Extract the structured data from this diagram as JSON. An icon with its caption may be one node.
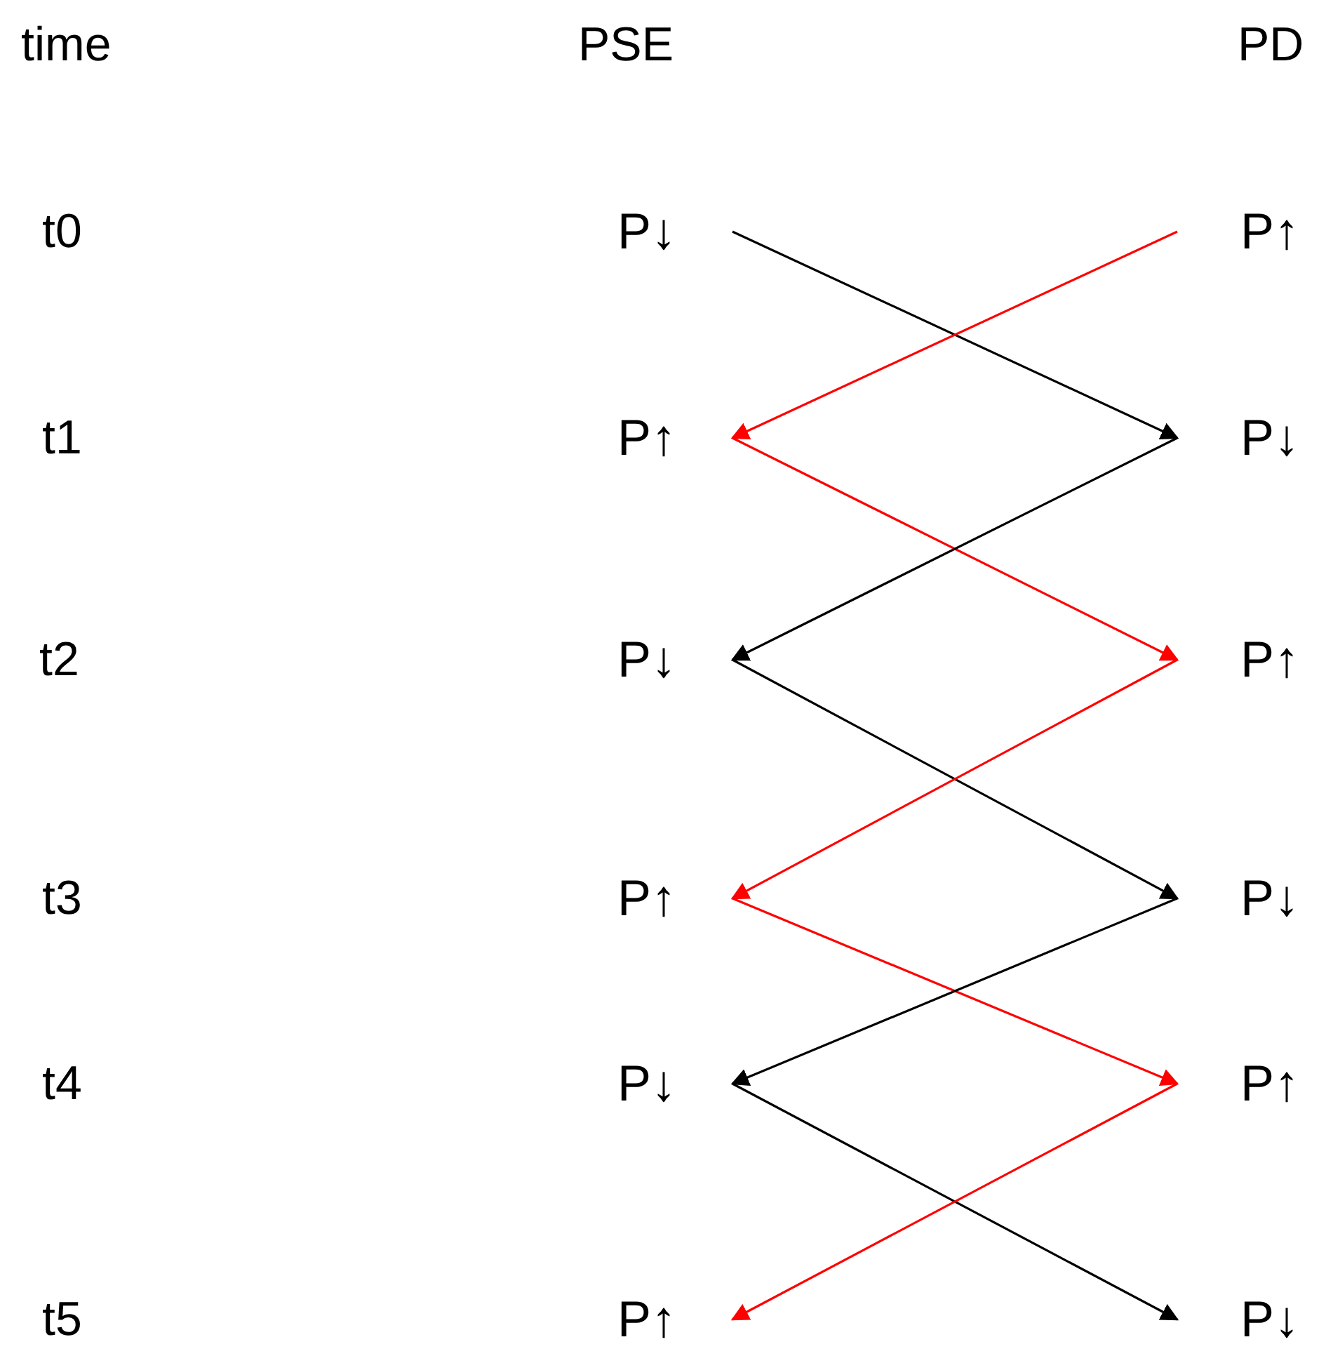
{
  "diagram": {
    "nodes": [
      {
        "text": [
          "P↓"
        ]
      },
      {
        "text": [
          "P↑"
        ]
      },
      {
        "text": [
          "P↑"
        ]
      },
      {
        "text": [
          "P↓"
        ]
      },
      {
        "text": [
          "P↓"
        ]
      },
      {
        "text": [
          "P↑"
        ]
      },
      {
        "text": [
          "P↑"
        ]
      },
      {
        "text": [
          "P↓"
        ]
      },
      {
        "text": [
          "P↓"
        ]
      },
      {
        "text": [
          "P↑"
        ]
      },
      {
        "text": [
          "P↑"
        ]
      },
      {
        "text": [
          "P↓"
        ]
      }
    ],
    "edges": [
      {
        "from": 0,
        "to": 3,
        "arrow": "to"
      },
      {
        "from": 1,
        "to": 2,
        "arrow": "to",
        "color": "#ff0000"
      },
      {
        "from": 2,
        "to": 5,
        "arrow": "to",
        "color": "#ff0000"
      },
      {
        "from": 3,
        "to": 4,
        "arrow": "to"
      },
      {
        "from": 4,
        "to": 7,
        "arrow": "to"
      },
      {
        "from": 5,
        "to": 6,
        "arrow": "to",
        "color": "#ff0000"
      },
      {
        "from": 6,
        "to": 9,
        "arrow": "to",
        "color": "#ff0000"
      },
      {
        "from": 7,
        "to": 8,
        "arrow": "to"
      },
      {
        "from": 8,
        "to": 11,
        "arrow": "to"
      },
      {
        "from": 9,
        "to": 10,
        "arrow": "to",
        "color": "#ff0000"
      }
    ],
    "labels": [
      "time",
      "PSE",
      "PD",
      "t0",
      "t1",
      "t2",
      "t3",
      "t4",
      "t5"
    ]
  }
}
